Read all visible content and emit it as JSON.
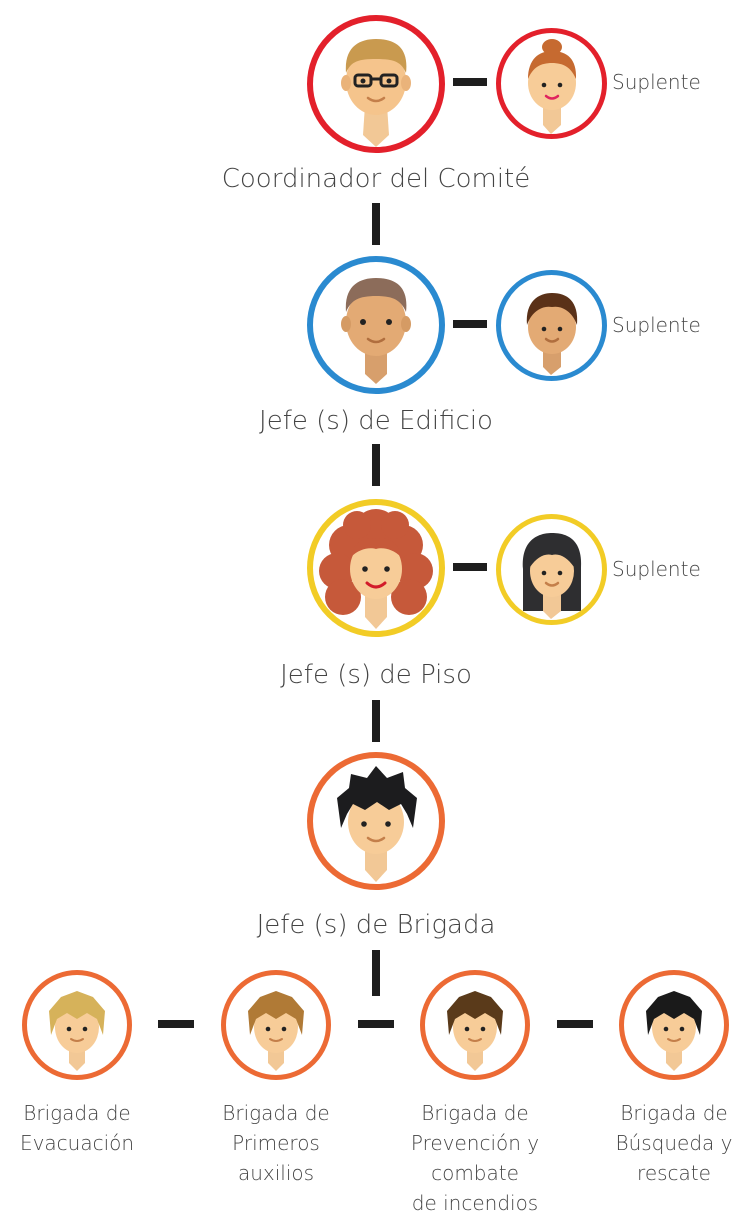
{
  "colors": {
    "coordinador": "#e3202b",
    "edificio": "#2a8ad0",
    "piso": "#f2cc26",
    "brigada": "#ec6a34",
    "connector": "#1e1e1e"
  },
  "levels": {
    "coordinador": {
      "label": "Coordinador del Comité",
      "suplente": "Suplente"
    },
    "edificio": {
      "label": "Jefe (s) de Edificio",
      "suplente": "Suplente"
    },
    "piso": {
      "label": "Jefe (s) de Piso",
      "suplente": "Suplente"
    },
    "brigada": {
      "label": "Jefe (s) de Brigada"
    }
  },
  "brigadas": [
    {
      "label": "Brigada de\nEvacuación",
      "icon": "blonde-person-avatar"
    },
    {
      "label": "Brigada de\nPrimeros\nauxilios",
      "icon": "brown-hair-person-avatar"
    },
    {
      "label": "Brigada de\nPrevención y\ncombate\nde incendios",
      "icon": "dark-brown-hair-person-avatar"
    },
    {
      "label": "Brigada de\nBúsqueda y\nrescate",
      "icon": "black-hair-person-avatar"
    }
  ]
}
